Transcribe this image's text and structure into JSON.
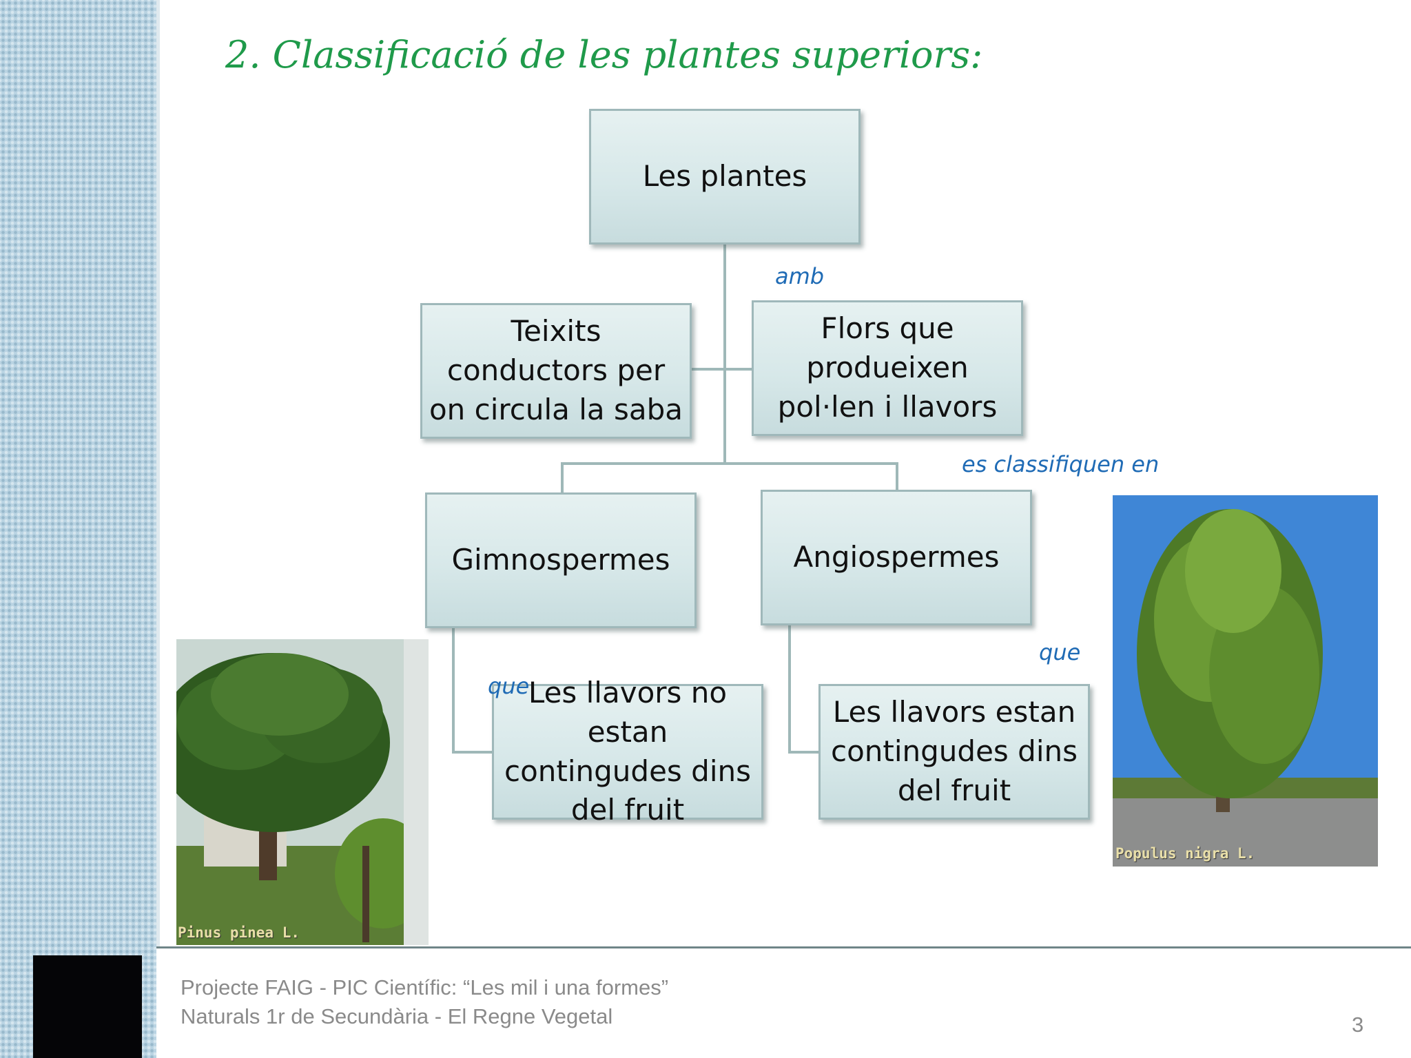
{
  "title": "2. Classificació de les plantes superiors:",
  "diagram": {
    "root": "Les plantes",
    "tissues": "Teixits conductors per on circula la saba",
    "flowers": "Flors  que produeixen pol·len i llavors",
    "gymnosperms": "Gimnospermes",
    "angiosperms": "Angiospermes",
    "gymno_desc": "Les llavors no estan contingudes dins del fruit",
    "angio_desc": "Les llavors estan contingudes dins del fruit",
    "label_amb": "amb",
    "label_classified": "es classifiquen en",
    "label_que_left": "que",
    "label_que_right": "que"
  },
  "photos": {
    "left_caption": "Pinus pinea L.",
    "right_caption": "Populus nigra L."
  },
  "footer": {
    "line1": "Projecte FAIG - PIC  Científic: “Les  mil i una formes”",
    "line2": "Naturals 1r de Secundària  - El Regne Vegetal",
    "page_number": "3"
  }
}
